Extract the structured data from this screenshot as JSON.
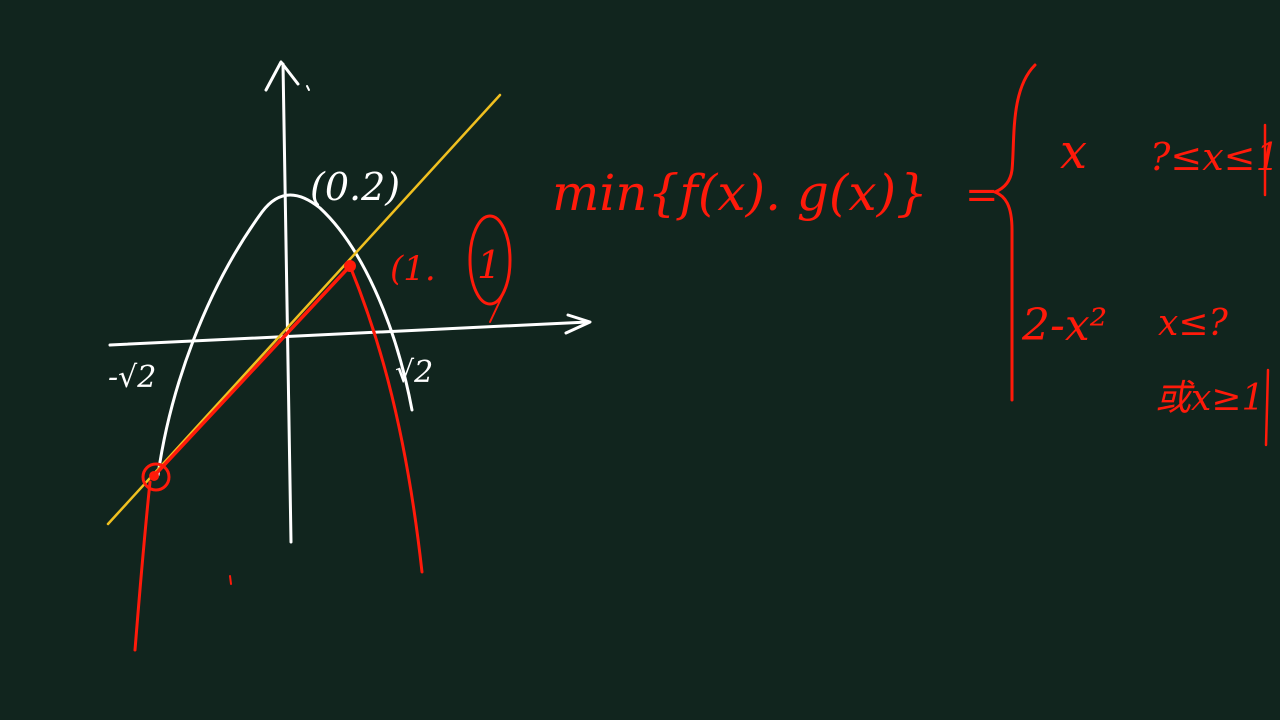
{
  "board": {
    "background": "#11251e",
    "chalk_white": "#ffffff",
    "chalk_red": "#ff1a0a",
    "chalk_yellow": "#f0c020"
  },
  "graph_labels": {
    "vertex_point": "(0.2)",
    "intersection_point": "(1.",
    "circled_value": "1",
    "neg_root": "-√2",
    "pos_root": "√2"
  },
  "equation": {
    "lhs": "min{f(x). g(x)}",
    "equals": "=",
    "case1_expr": "x",
    "case1_cond": "?≤x≤1",
    "case2_expr": "2-x²",
    "case2_cond": "x≤?",
    "case2_cond2": "或x≥1"
  }
}
